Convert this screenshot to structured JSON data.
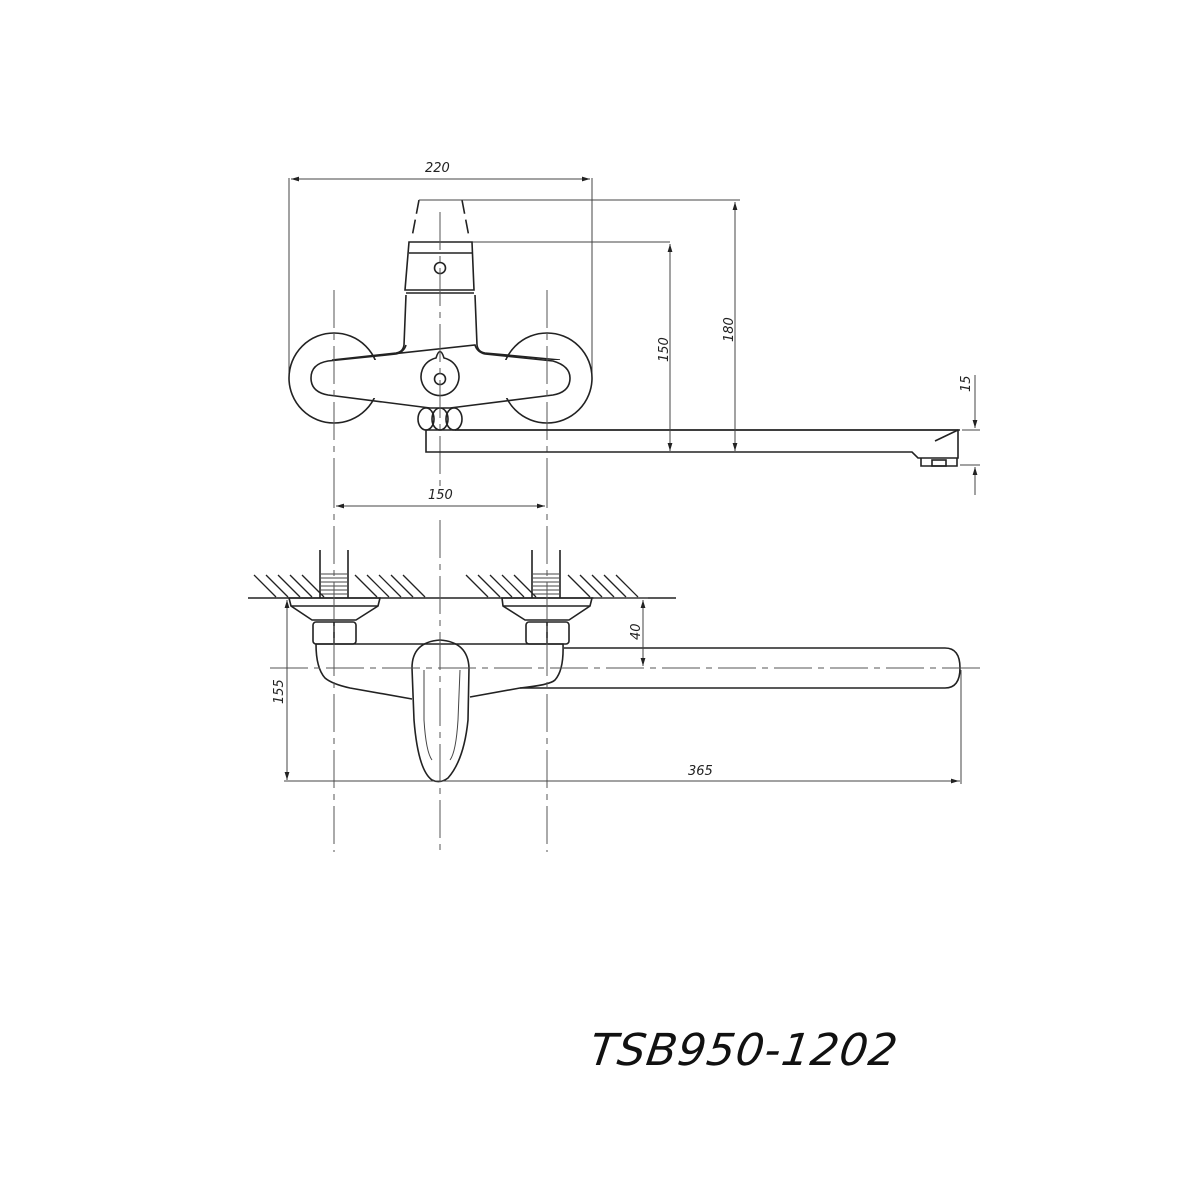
{
  "drawing": {
    "model_code": "TSB950-1202",
    "front_view": {
      "dimensions": {
        "overall_width": "220",
        "height_to_cartridge": "150",
        "overall_height": "180",
        "spout_outlet_height": "15"
      }
    },
    "top_view": {
      "dimensions": {
        "inlet_spacing": "150",
        "wall_to_spout_axis": "40",
        "projection_to_handle": "155",
        "spout_reach": "365"
      }
    }
  },
  "colors": {
    "line": "#222222",
    "background": "#ffffff"
  }
}
